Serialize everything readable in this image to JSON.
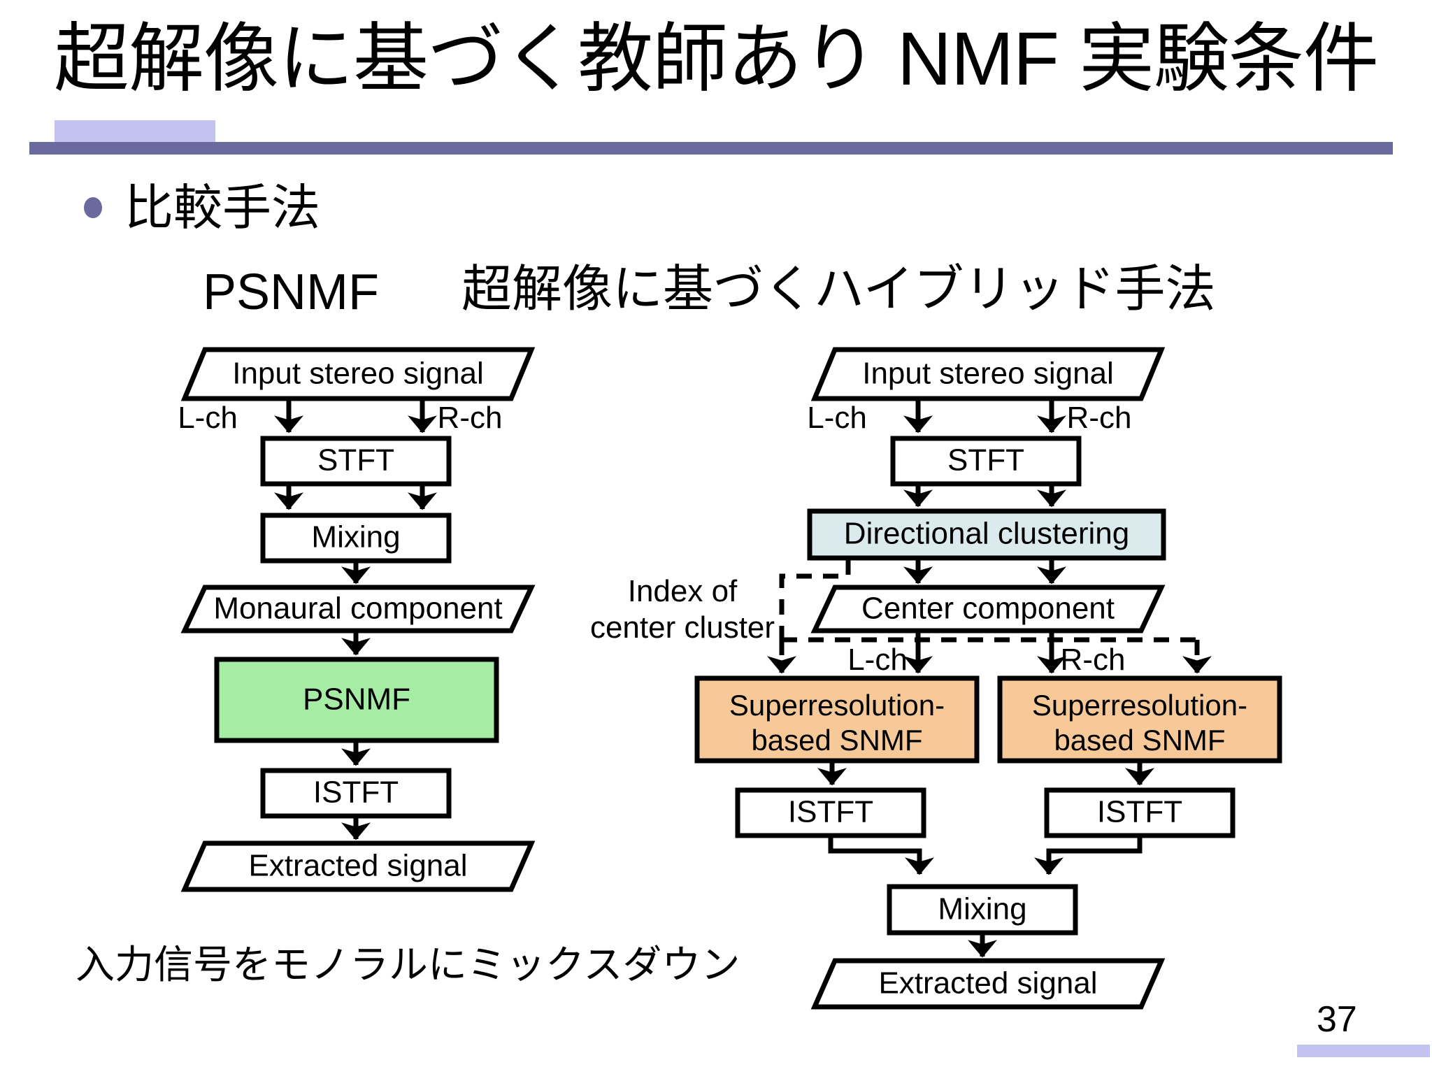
{
  "slide": {
    "title": "超解像に基づく教師あり NMF 実験条件",
    "page_number": "37",
    "bullet": "比較手法",
    "footnote": "入力信号をモノラルにミックスダウン",
    "colors": {
      "accent_light": "#c3c3f0",
      "accent_dark": "#6a6a9e",
      "highlight_green": "#a5eda5",
      "highlight_blue": "#dbeaec",
      "highlight_orange": "#f7c998"
    }
  },
  "diagrams": [
    {
      "id": "psnmf",
      "heading": "PSNMF",
      "nodes": {
        "input": "Input stereo signal",
        "stft": "STFT",
        "mixing": "Mixing",
        "monaural": "Monaural component",
        "psnmf": "PSNMF",
        "istft": "ISTFT",
        "output": "Extracted signal"
      },
      "edge_labels": {
        "lch": "L-ch",
        "rch": "R-ch"
      }
    },
    {
      "id": "hybrid",
      "heading": "超解像に基づくハイブリッド手法",
      "nodes": {
        "input": "Input stereo signal",
        "stft": "STFT",
        "directional": "Directional clustering",
        "center": "Center component",
        "snmf_left_line1": "Superresolution-",
        "snmf_left_line2": "based SNMF",
        "snmf_right_line1": "Superresolution-",
        "snmf_right_line2": "based SNMF",
        "istft_left": "ISTFT",
        "istft_right": "ISTFT",
        "mixing": "Mixing",
        "output": "Extracted signal"
      },
      "edge_labels": {
        "lch_top": "L-ch",
        "rch_top": "R-ch",
        "lch_mid": "L-ch",
        "rch_mid": "R-ch",
        "index_line1": "Index of",
        "index_line2": "center cluster"
      }
    }
  ]
}
